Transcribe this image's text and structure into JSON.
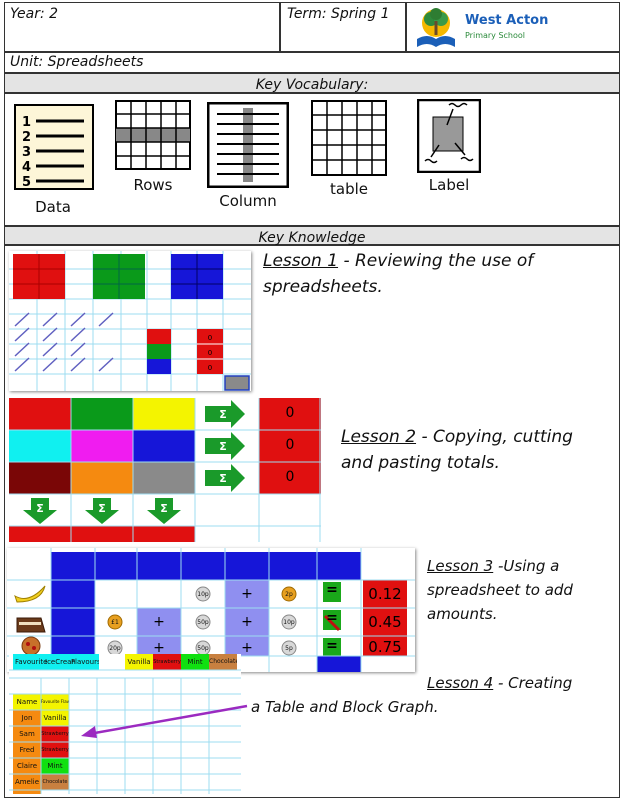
{
  "header": {
    "year_label": "Year: 2",
    "term_label": "Term: Spring 1",
    "school_name": "West Acton",
    "school_sub": "Primary School",
    "logo_icon": "book-tree-logo-icon"
  },
  "unit_label": "Unit: Spreadsheets",
  "vocab_heading": "Key Vocabulary:",
  "vocab": [
    {
      "word": "Data",
      "icon": "numbered-list-icon"
    },
    {
      "word": "Rows",
      "icon": "grid-rows-icon"
    },
    {
      "word": "Column",
      "icon": "grid-column-icon"
    },
    {
      "word": "table",
      "icon": "table-icon"
    },
    {
      "word": "Label",
      "icon": "label-icon"
    }
  ],
  "knowledge_heading": "Key Knowledge",
  "lessons": [
    {
      "title": "Lesson 1",
      "rest_line1": " - Reviewing the use of",
      "line2": "spreadsheets."
    },
    {
      "title": "Lesson 2",
      "rest_line1": " - Copying, cutting",
      "line2": "and pasting totals."
    },
    {
      "title": "Lesson 3",
      "rest_line1": " -Using a",
      "line2": "spreadsheet to add",
      "line3": "amounts."
    },
    {
      "title": "Lesson 4",
      "rest_line1": " - Creating",
      "line2": "a Table and Block Graph."
    }
  ],
  "colors": {
    "red": "#e01010",
    "green": "#0a9a1a",
    "blue": "#1616d8",
    "yellow": "#f4f400",
    "cyan": "#10f0f0",
    "magenta": "#f01cf0",
    "maroon": "#7a0606",
    "orange": "#f58a10",
    "grey": "#8a8a8a",
    "light_blue": "#8f8ff0",
    "purple": "#9b2ac0"
  },
  "lesson2_totals": [
    "0",
    "0",
    "0"
  ],
  "lesson3_totals": [
    "0.12",
    "0.45",
    "0.75"
  ],
  "lesson3_coins": {
    "row1": [
      "10p",
      "+",
      "2p"
    ],
    "row2": [
      "£1",
      "+",
      "50p",
      "+",
      "10p"
    ],
    "row3": [
      "20p",
      "+",
      "50p",
      "+",
      "5p"
    ],
    "ops": [
      "=",
      "=",
      "="
    ]
  },
  "lesson4_header": [
    "Favourite",
    "IceCream",
    "Flavours",
    "Vanilla",
    "Strawberry",
    "Mint",
    "Chocolate"
  ],
  "lesson4_table_head": [
    "Name",
    "Favourite Flavour"
  ],
  "lesson4_rows": [
    [
      "Jon",
      "Vanilla"
    ],
    [
      "Sam",
      "Strawberry"
    ],
    [
      "Fred",
      "Strawberry"
    ],
    [
      "Claire",
      "Mint"
    ],
    [
      "Amelie",
      "Chocolate"
    ]
  ]
}
